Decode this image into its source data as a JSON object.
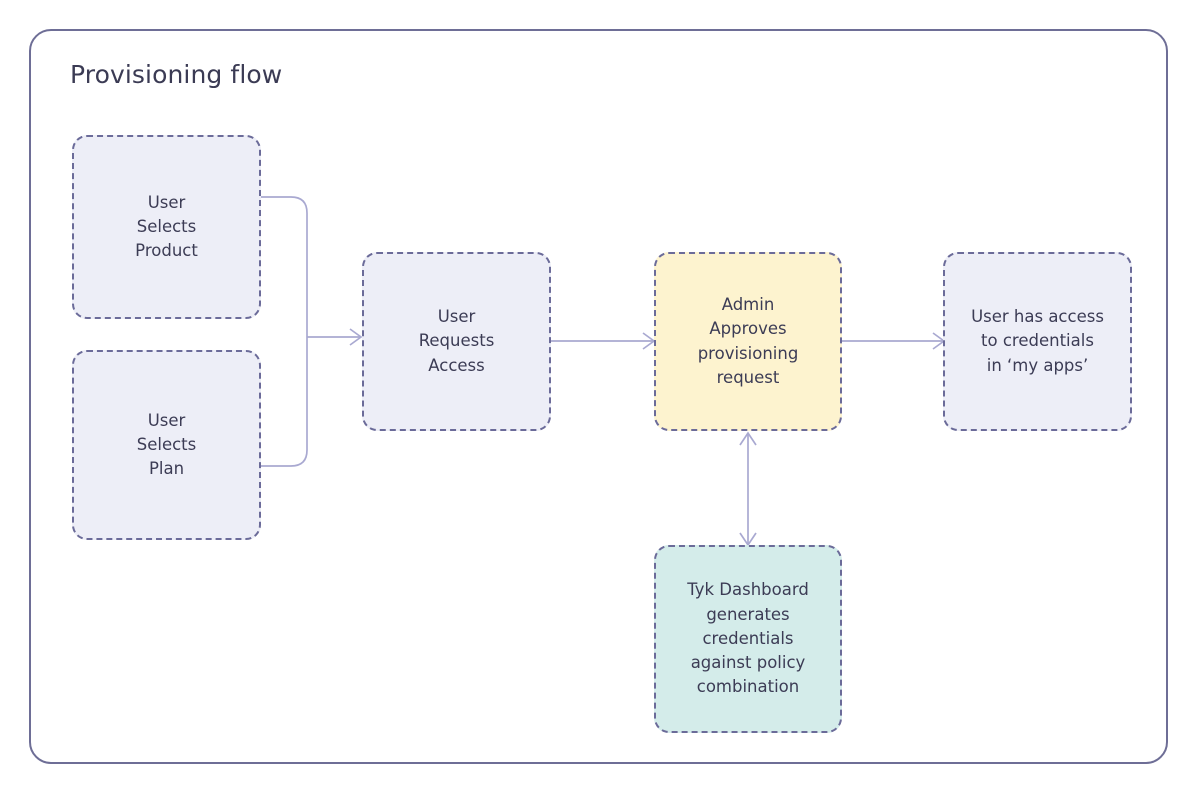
{
  "diagram": {
    "title": "Provisioning flow",
    "colors": {
      "frame_border": "#6e6e96",
      "node_border": "#6b6b99",
      "node_fill_lavender": "#edeef7",
      "node_fill_yellow": "#fdf3cf",
      "node_fill_teal": "#d4ecea",
      "edge": "#a9a9d1",
      "text": "#3c3c55",
      "title_text": "#3b3b54",
      "background": "#ffffff"
    },
    "nodes": [
      {
        "id": "user-selects-product",
        "label": "User\nSelects\nProduct",
        "fill": "lavender"
      },
      {
        "id": "user-selects-plan",
        "label": "User\nSelects\nPlan",
        "fill": "lavender"
      },
      {
        "id": "user-requests-access",
        "label": "User\nRequests\nAccess",
        "fill": "lavender"
      },
      {
        "id": "admin-approves",
        "label": "Admin\nApproves\nprovisioning\nrequest",
        "fill": "yellow"
      },
      {
        "id": "user-has-access",
        "label": "User has access\nto credentials\nin ‘my apps’",
        "fill": "lavender"
      },
      {
        "id": "tyk-dashboard",
        "label": "Tyk Dashboard\ngenerates\ncredentials\nagainst policy\ncombination",
        "fill": "teal"
      }
    ],
    "edges": [
      {
        "id": "product-to-requests",
        "from": "user-selects-product",
        "to": "user-requests-access",
        "arrows": "end"
      },
      {
        "id": "plan-to-requests",
        "from": "user-selects-plan",
        "to": "user-requests-access",
        "arrows": "end"
      },
      {
        "id": "requests-to-admin",
        "from": "user-requests-access",
        "to": "admin-approves",
        "arrows": "end"
      },
      {
        "id": "admin-to-access",
        "from": "admin-approves",
        "to": "user-has-access",
        "arrows": "end"
      },
      {
        "id": "admin-tyk-bidir",
        "from": "admin-approves",
        "to": "tyk-dashboard",
        "arrows": "both"
      }
    ]
  }
}
